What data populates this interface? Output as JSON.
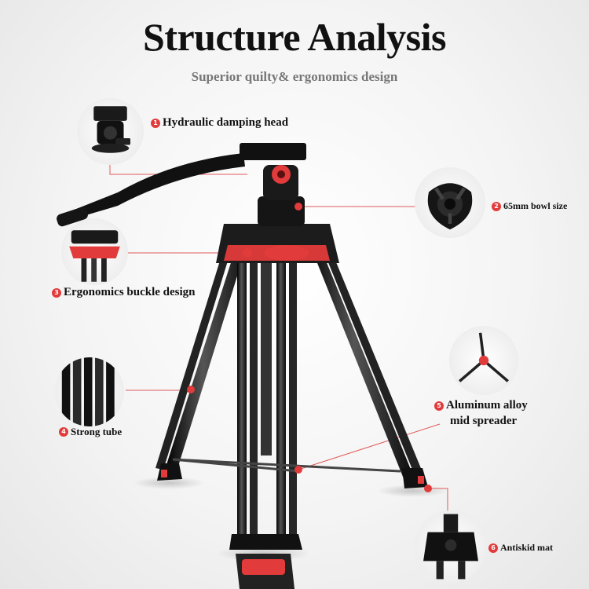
{
  "header": {
    "title": "Structure Analysis",
    "subtitle": "Superior quilty& ergonomics  design"
  },
  "callouts": [
    {
      "number": "1",
      "label": "Hydraulic  damping head"
    },
    {
      "number": "2",
      "label": "65mm bowl size"
    },
    {
      "number": "3",
      "label": "Ergonomics buckle design"
    },
    {
      "number": "4",
      "label": "Strong tube"
    },
    {
      "number": "5",
      "label_line1": "Aluminum alloy",
      "label_line2": "mid  spreader"
    },
    {
      "number": "6",
      "label": "Antiskid mat"
    }
  ],
  "colors": {
    "accent": "#e23b3b",
    "metal": "#1b1b1b",
    "leader_line": "#e05a5a"
  }
}
